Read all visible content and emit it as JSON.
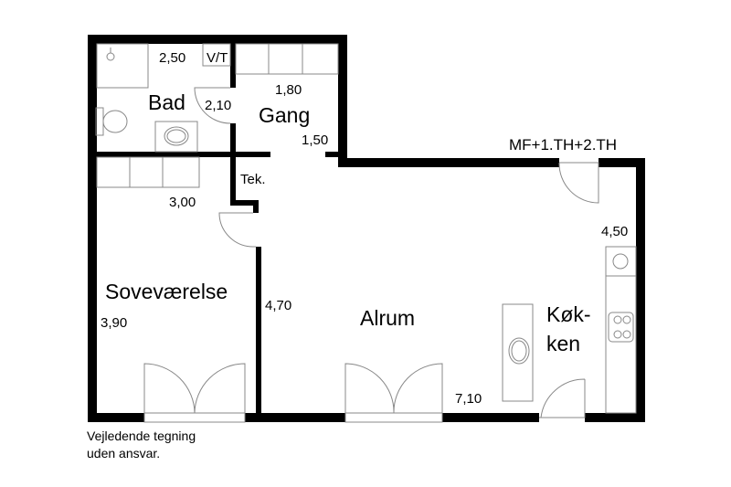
{
  "plan": {
    "floor_label": "MF+1.TH+2.TH",
    "rooms": {
      "bad": "Bad",
      "gang": "Gang",
      "tek": "Tek.",
      "sovevaerelse": "Soveværelse",
      "alrum": "Alrum",
      "kokken_line1": "Køk-",
      "kokken_line2": "ken"
    },
    "dimensions": {
      "bad_width": "2,50",
      "vt": "V/T",
      "bad_depth": "2,10",
      "gang_width": "1,80",
      "gang_depth": "1,50",
      "sove_width": "3,00",
      "sove_depth": "3,90",
      "alrum_depth": "4,70",
      "kokken_depth": "4,50",
      "alrum_width": "7,10"
    },
    "disclaimer_line1": "Vejledende tegning",
    "disclaimer_line2": "uden ansvar."
  }
}
